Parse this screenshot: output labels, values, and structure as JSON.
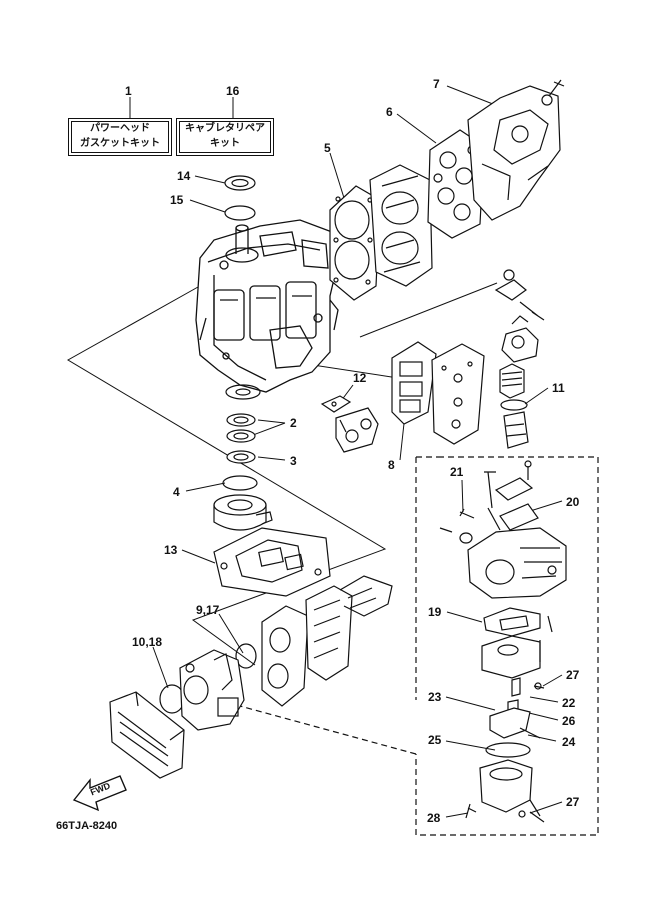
{
  "kits": [
    {
      "ref": "1",
      "line1": "パワーヘッド",
      "line2": "ガスケットキット"
    },
    {
      "ref": "16",
      "line1": "キャブレタリペア",
      "line2": "キット"
    }
  ],
  "callouts": {
    "c7": "7",
    "c6": "6",
    "c5": "5",
    "c14": "14",
    "c15": "15",
    "c12": "12",
    "c11": "11",
    "c2": "2",
    "c3": "3",
    "c8": "8",
    "c4": "4",
    "c21": "21",
    "c20": "20",
    "c13": "13",
    "c19": "19",
    "c917": "9,17",
    "c1018": "10,18",
    "c27a": "27",
    "c22": "22",
    "c23": "23",
    "c26": "26",
    "c24": "24",
    "c25": "25",
    "c27b": "27",
    "c28": "28"
  },
  "fwd_label": "FWD",
  "drawing_code": "66TJA-8240"
}
